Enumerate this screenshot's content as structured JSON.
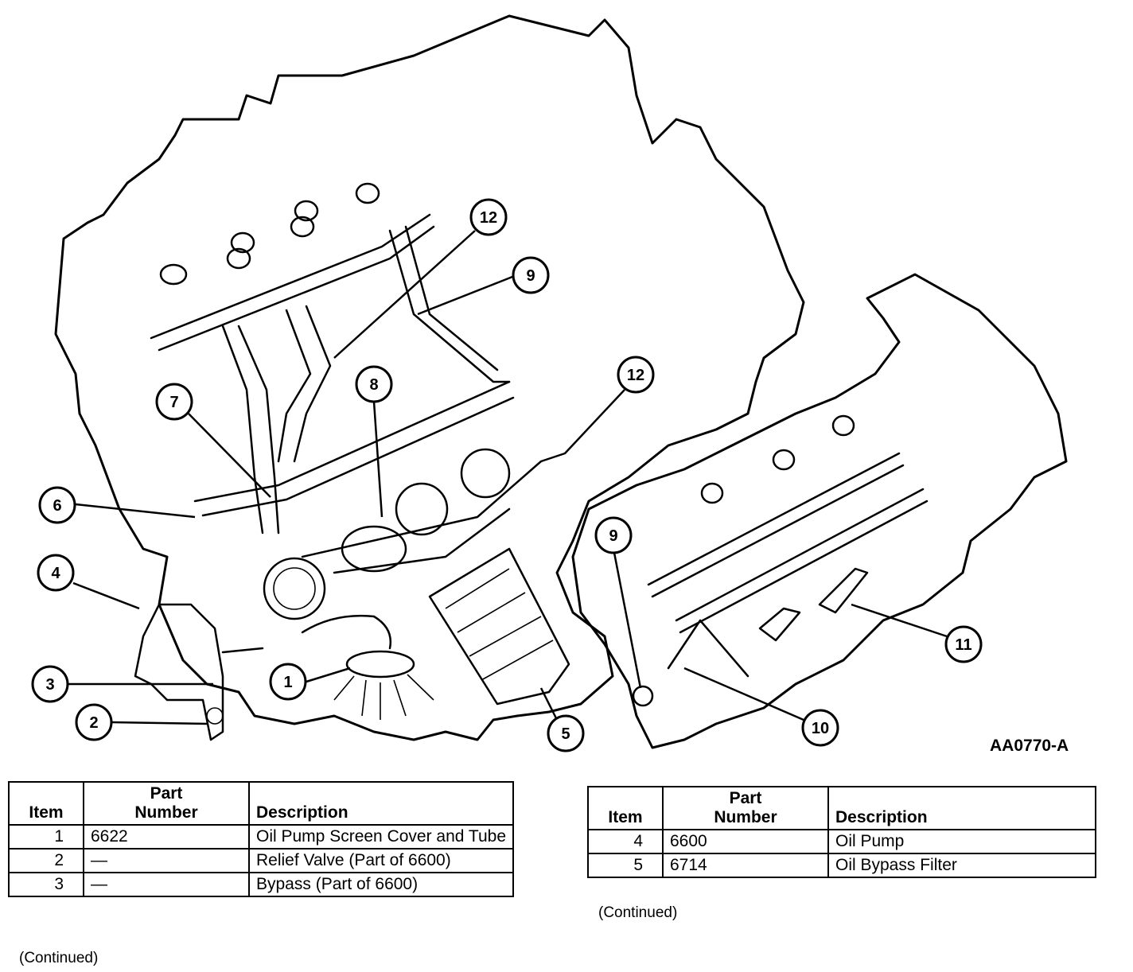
{
  "figure_id": "AA0770-A",
  "callouts": [
    "1",
    "2",
    "3",
    "4",
    "5",
    "6",
    "7",
    "8",
    "9",
    "9",
    "10",
    "11",
    "12",
    "12"
  ],
  "table_left": {
    "headers": {
      "item": "Item",
      "part_number_line1": "Part",
      "part_number_line2": "Number",
      "description": "Description"
    },
    "rows": [
      {
        "item": "1",
        "part_number": "6622",
        "description": "Oil Pump Screen Cover and Tube"
      },
      {
        "item": "2",
        "part_number": "—",
        "description": "Relief Valve (Part of 6600)"
      },
      {
        "item": "3",
        "part_number": "—",
        "description": "Bypass (Part of 6600)"
      }
    ],
    "continued": "(Continued)"
  },
  "table_right": {
    "headers": {
      "item": "Item",
      "part_number_line1": "Part",
      "part_number_line2": "Number",
      "description": "Description"
    },
    "rows": [
      {
        "item": "4",
        "part_number": "6600",
        "description": "Oil Pump"
      },
      {
        "item": "5",
        "part_number": "6714",
        "description": "Oil Bypass Filter"
      }
    ],
    "continued": "(Continued)"
  }
}
